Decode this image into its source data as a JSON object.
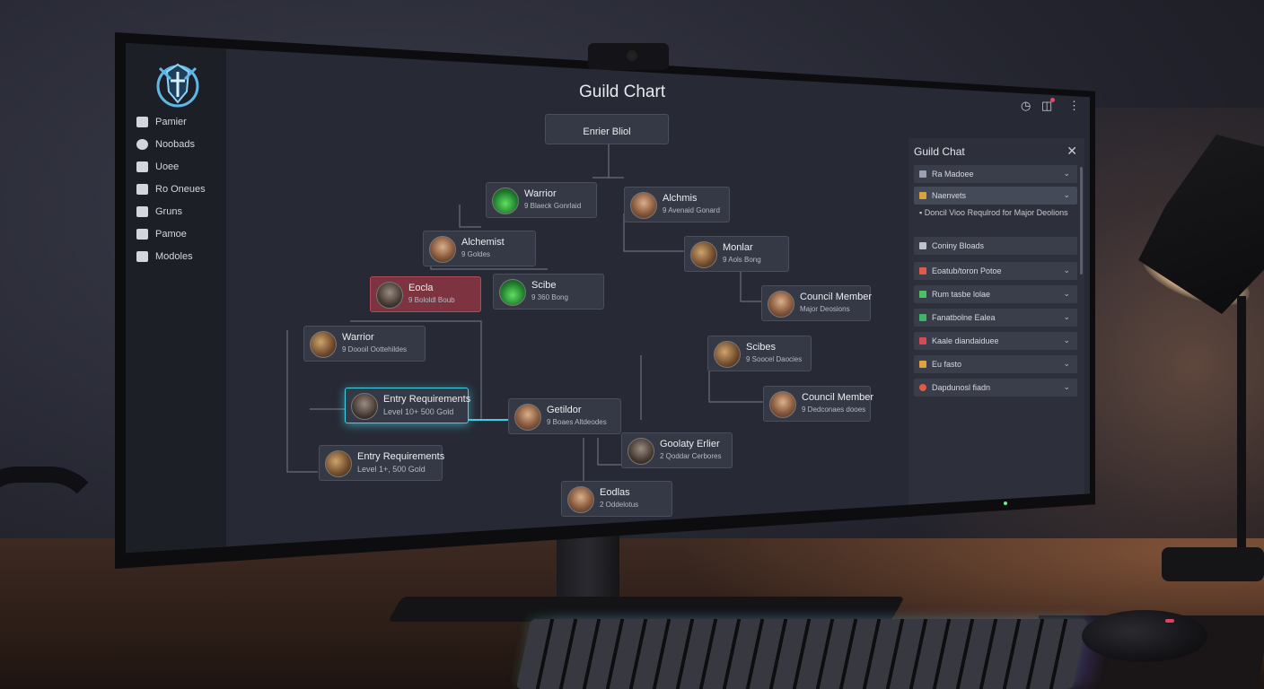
{
  "app": {
    "title": "Guild Chart"
  },
  "sidebar": {
    "items": [
      {
        "label": "Pamier",
        "icon": "home-icon"
      },
      {
        "label": "Noobads",
        "icon": "user-icon"
      },
      {
        "label": "Uoee",
        "icon": "folder-icon"
      },
      {
        "label": "Ro Oneues",
        "icon": "users-icon"
      },
      {
        "label": "Gruns",
        "icon": "cross-swords-icon"
      },
      {
        "label": "Pamoe",
        "icon": "tree-icon"
      },
      {
        "label": "Modoles",
        "icon": "grid-icon"
      }
    ]
  },
  "topbar": {
    "icons": [
      "clock-icon",
      "bell-icon",
      "more-vertical-icon"
    ]
  },
  "chart": {
    "root": {
      "name": "Enrier Bliol"
    },
    "nodes": [
      {
        "name": "Warrior",
        "sub": "9 Blaeck Gonrlaid"
      },
      {
        "name": "Alchmis",
        "sub": "9 Avenaid Gonard"
      },
      {
        "name": "Alchemist",
        "sub": "9 Goldes"
      },
      {
        "name": "Monlar",
        "sub": "9 Aols Bong"
      },
      {
        "name": "Eocla",
        "sub": "9 Bololdl Boub"
      },
      {
        "name": "Scibe",
        "sub": "9 360 Bong"
      },
      {
        "name": "Council Member",
        "sub": "Major Deosions"
      },
      {
        "name": "Warrior",
        "sub": "9 Doooil Oottehildes"
      },
      {
        "name": "Scibes",
        "sub": "9 Soocel Daocies"
      },
      {
        "name": "Entry Requirements",
        "sub": "Level 10+ 500 Gold"
      },
      {
        "name": "Getildor",
        "sub": "9 Boaes Altdeodes"
      },
      {
        "name": "Council Member",
        "sub": "9 Dedconaes dooes"
      },
      {
        "name": "Entry Requirements",
        "sub": "Level 1+, 500 Gold"
      },
      {
        "name": "Goolaty Erlier",
        "sub": "2 Qoddar Cerbores"
      },
      {
        "name": "Eodlas",
        "sub": "2 Oddelotus"
      }
    ]
  },
  "chat": {
    "title": "Guild Chat",
    "close_icon": "close-icon",
    "rows": [
      {
        "label": "Ra Madoee",
        "icon_color": "#9aa0b2"
      },
      {
        "label": "Naenvets",
        "icon_color": "#d9a33a"
      },
      {
        "label": "Coniny Bloads",
        "icon_color": "#c0c3cc"
      },
      {
        "label": "Eoatub/toron Potoe",
        "icon_color": "#e05a4a"
      },
      {
        "label": "Rum tasbe lolae",
        "icon_color": "#4cc265"
      },
      {
        "label": "Fanatbolne Ealea",
        "icon_color": "#3fb56a"
      },
      {
        "label": "Kaale diandaiduee",
        "icon_color": "#d44a55"
      },
      {
        "label": "Eu fasto",
        "icon_color": "#e0a040"
      },
      {
        "label": "Dapdunosl fiadn",
        "icon_color": "#e05a4a"
      }
    ],
    "message": "Doncil Vioo Requlrod for Major Deolions"
  }
}
